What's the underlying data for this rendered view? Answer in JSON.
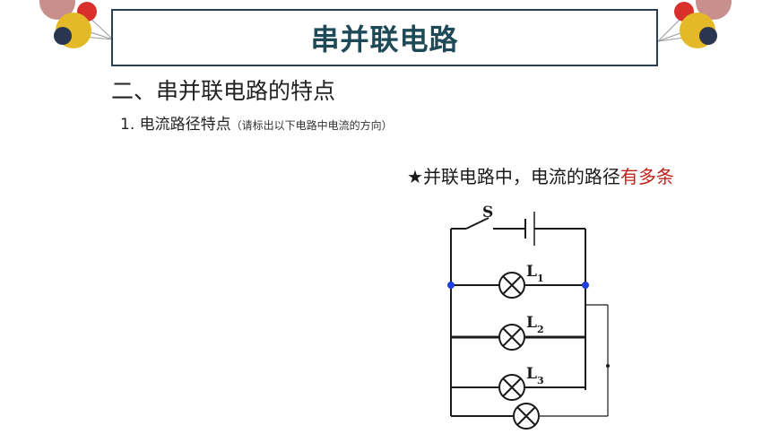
{
  "slide": {
    "title": "串并联电路",
    "heading": "二、串并联电路的特点",
    "subheading": "1. 电流路径特点",
    "subheading_note": "（请标出以下电路中电流的方向）",
    "callout_star": "★",
    "callout_prefix": "并联电路中，电流的路径",
    "callout_highlight": "有多条"
  },
  "circuit": {
    "switch_label": "S",
    "lamps": [
      {
        "letter": "L",
        "sub": "1"
      },
      {
        "letter": "L",
        "sub": "2"
      },
      {
        "letter": "L",
        "sub": "3"
      }
    ]
  },
  "colors": {
    "title": "#1e4a57",
    "highlight": "#c0221b",
    "node": "#1f3fe0",
    "deco_red": "#d9302c",
    "deco_yellow": "#e3b928",
    "deco_navy": "#2a3550",
    "deco_pink": "#c98f8c"
  }
}
